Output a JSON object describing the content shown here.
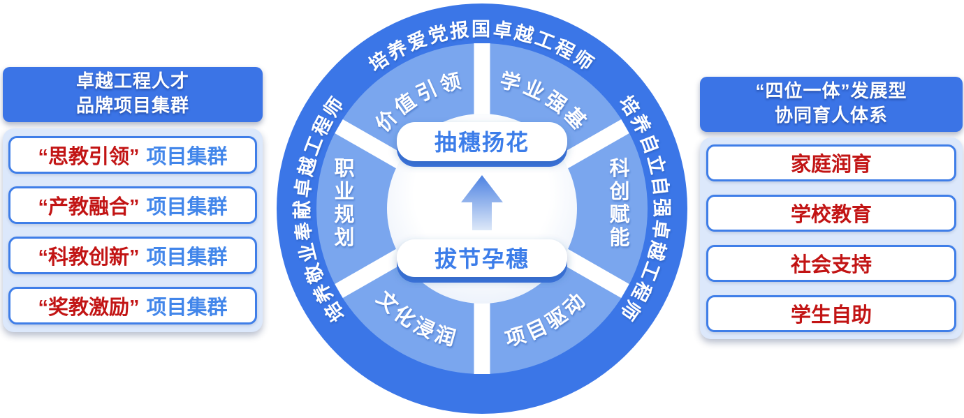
{
  "left_panel": {
    "title_line1": "卓越工程人才",
    "title_line2": "品牌项目集群",
    "items": [
      {
        "tag": "“思教引领”",
        "label": "项目集群"
      },
      {
        "tag": "“产教融合”",
        "label": "项目集群"
      },
      {
        "tag": "“科教创新”",
        "label": "项目集群"
      },
      {
        "tag": "“奖教激励”",
        "label": "项目集群"
      }
    ]
  },
  "right_panel": {
    "title_line1": "“四位一体”发展型",
    "title_line2": "协同育人体系",
    "items": [
      "家庭润育",
      "学校教育",
      "社会支持",
      "学生自助"
    ]
  },
  "wheel": {
    "outer_arcs": {
      "left": "培养敬业奉献卓越工程师",
      "top": "培养爱党报国卓越工程师",
      "right": "培养自立自强卓越工程师"
    },
    "segments": {
      "top_left": "价值引领",
      "top_right": "学业强基",
      "left": "职业规划",
      "right": "科创赋能",
      "bottom_left": "文化浸润",
      "bottom_right": "项目驱动"
    },
    "center_top": "抽穗扬花",
    "center_bottom": "拔节孕穗"
  },
  "colors": {
    "primary_blue": "#3B74E6",
    "ring_inner_blue": "#7AA6EE",
    "panel_light_blue": "#DCE8FB",
    "item_border_blue": "#3F7EE8",
    "item_text_blue": "#4286EA",
    "accent_red": "#C21414",
    "pill_text_blue": "#3C7DE9",
    "white": "#FFFFFF"
  }
}
